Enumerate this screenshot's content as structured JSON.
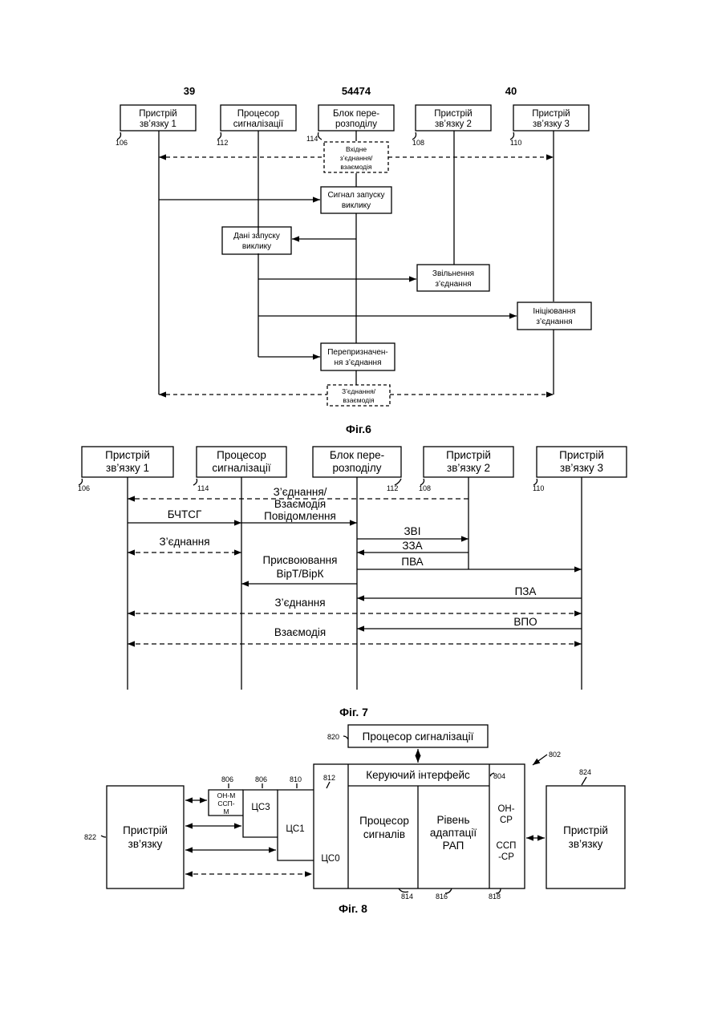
{
  "header": {
    "left": "39",
    "center": "54474",
    "right": "40"
  },
  "fig6": {
    "caption": "Фіг.6",
    "entities": [
      {
        "line1": "Пристрій",
        "line2": "зв’язку 1",
        "ref": "106"
      },
      {
        "line1": "Процесор",
        "line2": "сигналізації",
        "ref": "112"
      },
      {
        "line1": "Блок пере-",
        "line2": "розподілу",
        "ref": "114"
      },
      {
        "line1": "Пристрій",
        "line2": "зв’язку 2",
        "ref": "108"
      },
      {
        "line1": "Пристрій",
        "line2": "зв’язку 3",
        "ref": "110"
      }
    ],
    "steps": {
      "incoming": [
        "Вхідне",
        "з’єднання/",
        "взаємодія"
      ],
      "trigger_signal": [
        "Сигнал запуску",
        "виклику"
      ],
      "trigger_data": [
        "Дані запуску",
        "виклику"
      ],
      "release": [
        "Звільнення",
        "з’єднання"
      ],
      "initiate": [
        "Ініціювання",
        "з’єднання"
      ],
      "reassign": [
        "Перепризначен-",
        "ня з’єднання"
      ],
      "connection": [
        "З’єднання/",
        "взаємодія"
      ]
    }
  },
  "fig7": {
    "caption": "Фіг. 7",
    "entities": [
      {
        "line1": "Пристрій",
        "line2": "зв’язку 1",
        "ref": "106"
      },
      {
        "line1": "Процесор",
        "line2": "сигналізації",
        "ref": "114"
      },
      {
        "line1": "Блок пере-",
        "line2": "розподілу",
        "ref": "112"
      },
      {
        "line1": "Пристрій",
        "line2": "зв’язку 2",
        "ref": "108"
      },
      {
        "line1": "Пристрій",
        "line2": "зв’язку 3",
        "ref": "110"
      }
    ],
    "messages": {
      "conn_interaction": [
        "З’єднання/",
        "Взаємодія"
      ],
      "bchtsg": "БЧТСГ",
      "notification": "Повідомлення",
      "connection": "З’єднання",
      "zvi": "ЗВІ",
      "zza": "ЗЗА",
      "assignment": [
        "Присвоювання",
        "ВірТ/ВірК"
      ],
      "pva": "ПВА",
      "pza": "ПЗА",
      "connection2": "З’єднання",
      "vpo": "ВПО",
      "interaction": "Взаємодія"
    }
  },
  "fig8": {
    "caption": "Фіг. 8",
    "signal_processor": "Процесор сигналізації",
    "control_interface": "Керуючий інтерфейс",
    "device_left": [
      "Пристрій",
      "зв’язку"
    ],
    "device_right": [
      "Пристрій",
      "зв’язку"
    ],
    "on_m": [
      "ОН-М",
      "ССП-",
      "М"
    ],
    "cs3": "ЦС3",
    "cs1": "ЦС1",
    "cs0": "ЦС0",
    "signal_proc": [
      "Процесор",
      "сигналів"
    ],
    "rap": [
      "Рівень",
      "адаптації",
      "РАП"
    ],
    "oncp": [
      "ОН-",
      "СР"
    ],
    "sspcp": [
      "ССП",
      "-СР"
    ],
    "refs": {
      "r820": "820",
      "r802": "802",
      "r804": "804",
      "r806a": "806",
      "r806b": "806",
      "r810": "810",
      "r812": "812",
      "r822": "822",
      "r824": "824",
      "r814": "814",
      "r816": "816",
      "r818": "818"
    }
  }
}
